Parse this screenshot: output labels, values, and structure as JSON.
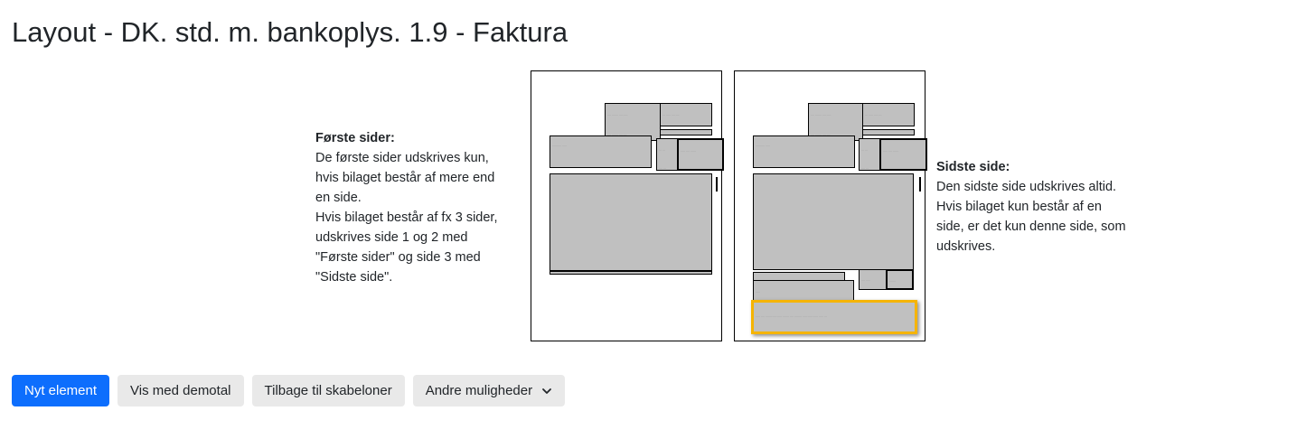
{
  "page": {
    "title": "Layout - DK. std. m. bankoplys. 1.9 - Faktura"
  },
  "first_pages": {
    "heading": "Første sider:",
    "lines": [
      "De første sider udskrives kun,",
      "hvis bilaget består af mere end",
      "en side.",
      "Hvis bilaget består af fx 3 sider,",
      "udskrives side 1 og 2 med",
      "\"Første sider\" og side 3 med",
      "\"Sidste side\"."
    ]
  },
  "last_page": {
    "heading": "Sidste side:",
    "lines": [
      "Den sidste side udskrives altid.",
      "Hvis bilaget kun består af en",
      "side, er det kun denne side, som",
      "udskrives."
    ]
  },
  "colors": {
    "primary": "#0d6efd",
    "secondary_button": "#e9e9e9",
    "block_fill": "#c0c0c0",
    "selection_highlight": "#f5b400"
  },
  "toolbar": {
    "new_element": "Nyt element",
    "show_demo": "Vis med demotal",
    "back_to_templates": "Tilbage til skabeloner",
    "more_options": "Andre muligheder",
    "more_options_icon": "chevron-down-icon"
  }
}
